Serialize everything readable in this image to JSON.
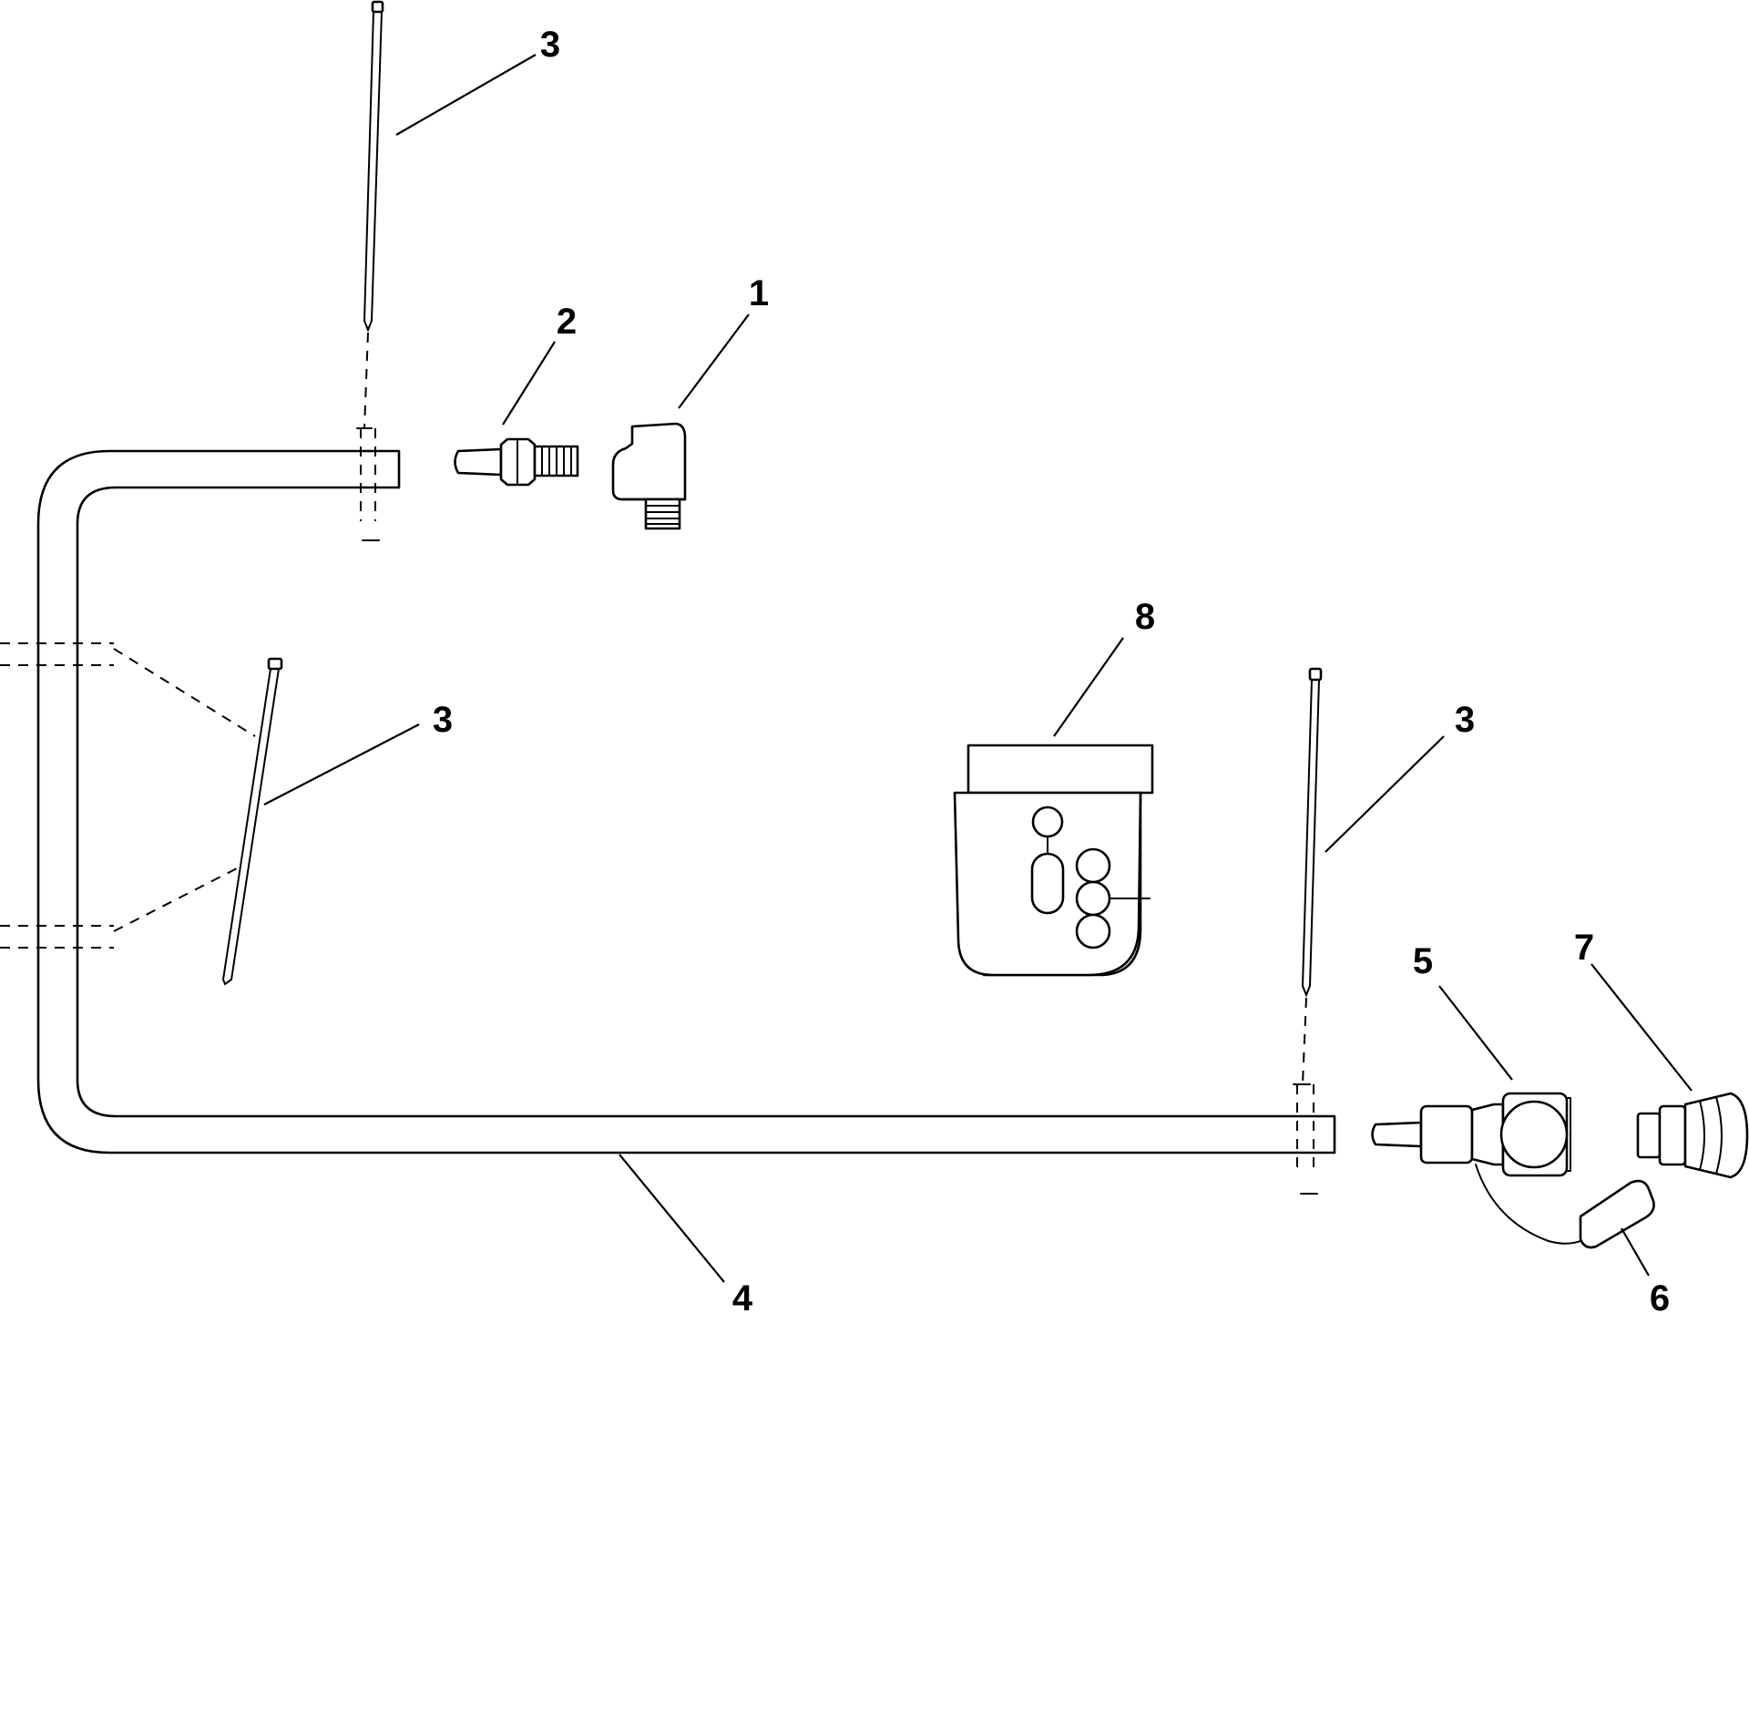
{
  "diagram": {
    "colors": {
      "line": "#000000",
      "background": "#ffffff"
    },
    "callouts": [
      {
        "id": "callout-1",
        "label": "1"
      },
      {
        "id": "callout-2",
        "label": "2"
      },
      {
        "id": "callout-3-top",
        "label": "3"
      },
      {
        "id": "callout-3-left",
        "label": "3"
      },
      {
        "id": "callout-3-right",
        "label": "3"
      },
      {
        "id": "callout-4",
        "label": "4"
      },
      {
        "id": "callout-5",
        "label": "5"
      },
      {
        "id": "callout-6",
        "label": "6"
      },
      {
        "id": "callout-7",
        "label": "7"
      },
      {
        "id": "callout-8",
        "label": "8"
      }
    ]
  }
}
